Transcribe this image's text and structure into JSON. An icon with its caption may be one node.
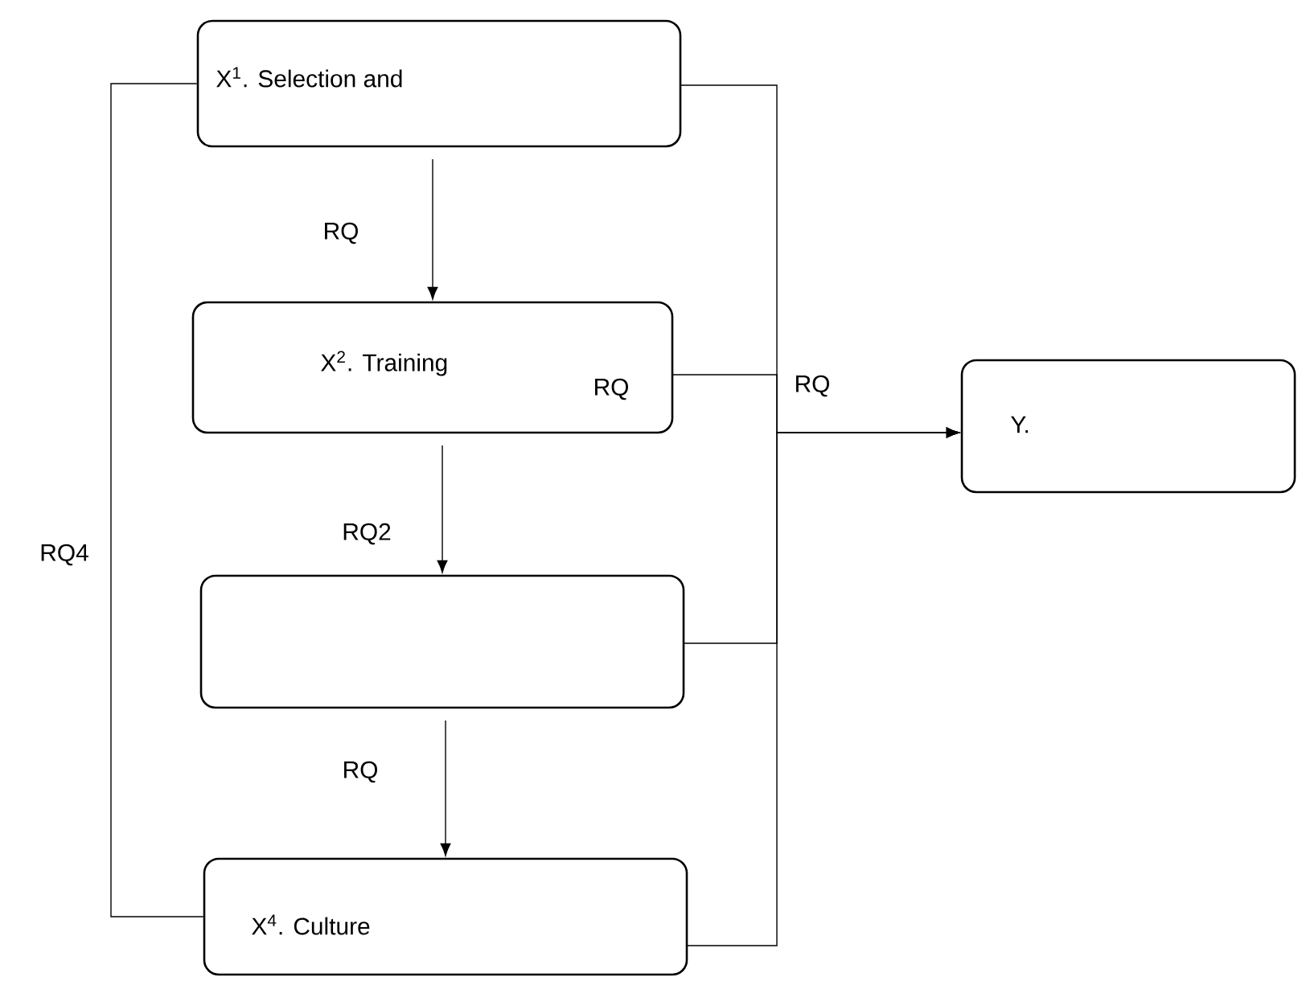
{
  "diagram": {
    "nodes": [
      {
        "text": [
          "X$^{1}$. Selection and"
        ]
      },
      {
        "text": [
          "X$^{2}$. Training",
          "RQ"
        ]
      },
      {
        "text": [],
        "shape": "box"
      },
      {
        "text": [
          "X$^{4}$. Culture"
        ]
      },
      {
        "text": [
          "Y."
        ]
      }
    ],
    "edges": [
      {
        "from": 0,
        "to": 1,
        "arrow": "to",
        "label": "RQ"
      },
      {
        "from": 1,
        "to": 2,
        "arrow": "to",
        "label": "RQ2"
      },
      {
        "from": 2,
        "to": 3,
        "arrow": "to",
        "label": "RQ"
      },
      {
        "from": 0,
        "to": 3,
        "arrow": "none",
        "label": "RQ4"
      },
      {
        "from": 0,
        "to": 4,
        "arrow": "to"
      },
      {
        "from": 1,
        "to": 4,
        "arrow": "to",
        "label": "RQ"
      },
      {
        "from": 2,
        "to": 4,
        "arrow": "to"
      },
      {
        "from": 3,
        "to": 4,
        "arrow": "to"
      }
    ]
  }
}
